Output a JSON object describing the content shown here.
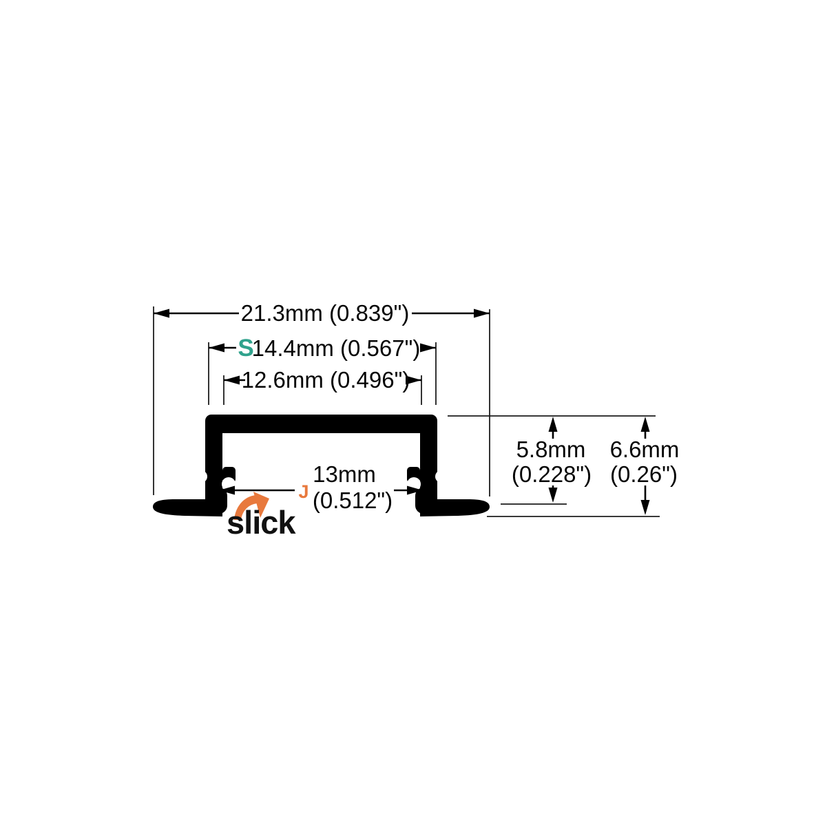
{
  "colors": {
    "ink": "#000000",
    "background": "#ffffff",
    "accent_teal": "#2fa28c",
    "accent_orange": "#e8793d"
  },
  "logo": {
    "name": "slick",
    "arrow_icon": "curved-arrow-down-right"
  },
  "dimensions": {
    "overall_width": "21.3mm (0.839\")",
    "top_width_prefix": "S",
    "top_width": "14.4mm (0.567\")",
    "inner_width": "12.6mm (0.496\")",
    "opening_prefix": "J",
    "opening_mm": "13mm",
    "opening_in": "(0.512\")",
    "recess_depth_mm": "5.8mm",
    "recess_depth_in": "(0.228\")",
    "overall_height_mm": "6.6mm",
    "overall_height_in": "(0.26\")"
  }
}
